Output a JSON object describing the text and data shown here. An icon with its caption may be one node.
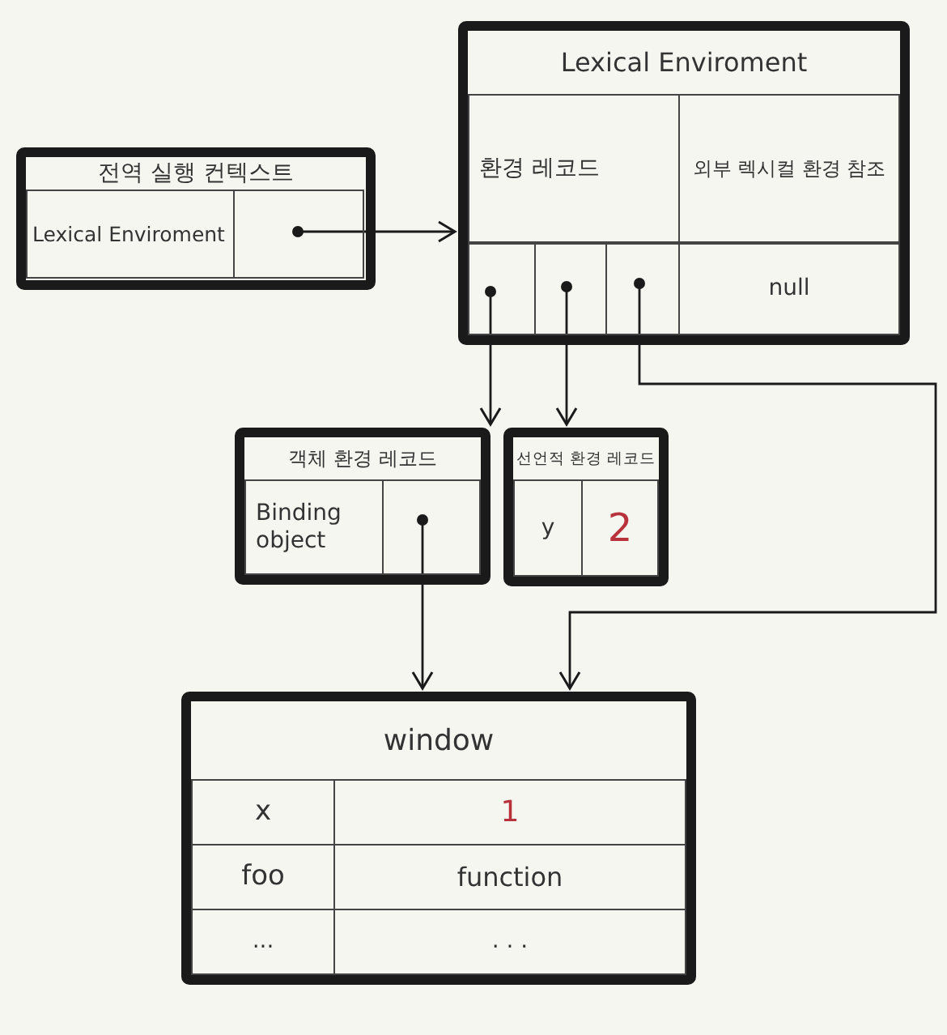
{
  "diagram": {
    "nodes": [
      {
        "text": [
          "전역 실행 컨텍스트"
        ]
      },
      {
        "text": [
          "Lexical Enviroment"
        ],
        "in": 0
      },
      {
        "text": [],
        "shape": "box",
        "in": 0
      },
      {
        "text": [
          "Lexical Enviroment"
        ]
      },
      {
        "text": [
          "환경 레코드"
        ],
        "in": 3
      },
      {
        "text": [
          "외부 렉시컬 환경 참조"
        ],
        "in": 3
      },
      {
        "text": [],
        "shape": "box",
        "in": 3
      },
      {
        "text": [],
        "shape": "box",
        "in": 3
      },
      {
        "text": [],
        "shape": "box",
        "in": 3
      },
      {
        "text": [
          "null"
        ],
        "in": 3
      },
      {
        "text": [
          "객체 환경 레코드"
        ]
      },
      {
        "text": [
          "Binding object"
        ],
        "in": 10
      },
      {
        "text": [],
        "shape": "box",
        "in": 10
      },
      {
        "text": [
          "선언적 환경 레코드"
        ]
      },
      {
        "text": [
          "y"
        ],
        "in": 13
      },
      {
        "text": [
          "2"
        ],
        "in": 13
      },
      {
        "text": [
          "window"
        ]
      },
      {
        "text": [
          "x"
        ],
        "in": 16
      },
      {
        "text": [
          "1"
        ],
        "in": 16
      },
      {
        "text": [
          "foo"
        ],
        "in": 16
      },
      {
        "text": [
          "function"
        ],
        "in": 16
      },
      {
        "text": [
          "..."
        ],
        "in": 16
      },
      {
        "text": [
          ". . ."
        ],
        "in": 16
      }
    ],
    "edges": [
      {
        "from": 2,
        "to": 3,
        "arrow": "to"
      },
      {
        "from": 6,
        "to": 10,
        "arrow": "to"
      },
      {
        "from": 7,
        "to": 13,
        "arrow": "to"
      },
      {
        "from": 8,
        "to": 16,
        "arrow": "to"
      },
      {
        "from": 12,
        "to": 16,
        "arrow": "to"
      }
    ]
  }
}
